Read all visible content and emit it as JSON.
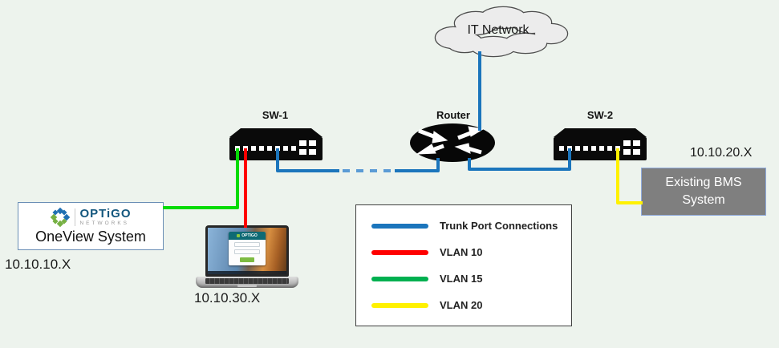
{
  "page": {
    "background": "#EDF3ED"
  },
  "cloud": {
    "label": "IT Network"
  },
  "devices": {
    "sw1_label": "SW-1",
    "router_label": "Router",
    "sw2_label": "SW-2"
  },
  "oneview": {
    "brand": "OPTiGO",
    "brand_sub": "NETWORKS",
    "title": "OneView System",
    "ip": "10.10.10.X"
  },
  "laptop": {
    "login_brand": "OPTIGO",
    "ip": "10.10.30.X"
  },
  "bms": {
    "title_line1": "Existing BMS",
    "title_line2": "System",
    "ip": "10.10.20.X"
  },
  "legend": {
    "items": [
      {
        "label": "Trunk Port Connections",
        "color": "#1B75BC"
      },
      {
        "label": "VLAN 10",
        "color": "#FF0000"
      },
      {
        "label": "VLAN 15",
        "color": "#00B050"
      },
      {
        "label": "VLAN 20",
        "color": "#FFF100"
      }
    ]
  },
  "colors": {
    "trunk": "#1B75BC",
    "trunk_dashed": "#5B9BD5",
    "vlan10_wire": "#FF0000",
    "vlan15_wire": "#06DB06",
    "vlan20_wire": "#FFF100"
  }
}
